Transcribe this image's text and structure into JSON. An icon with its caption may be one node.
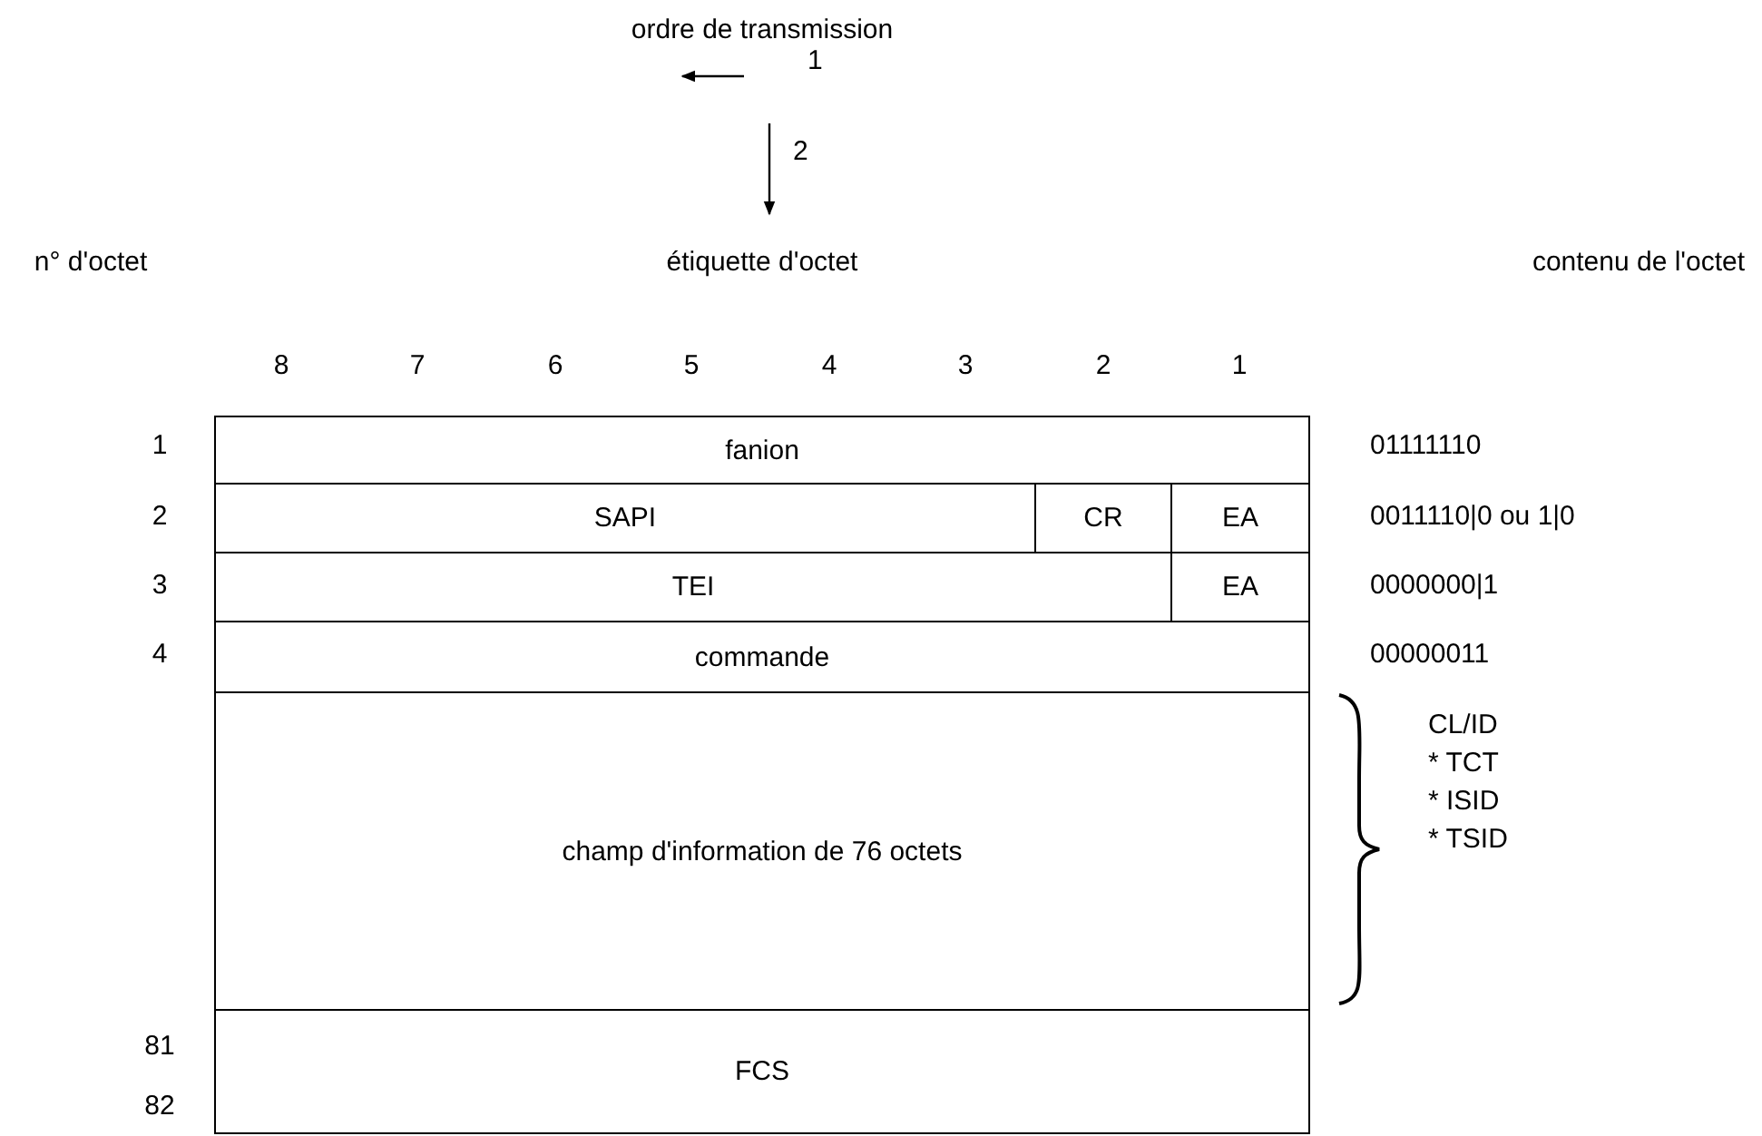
{
  "diagram": {
    "nodes": [
      {
        "text": [
          "fanion"
        ]
      },
      {
        "text": [
          "SAPI"
        ]
      },
      {
        "text": [
          "CR"
        ]
      },
      {
        "text": [
          "EA"
        ]
      },
      {
        "text": [
          "TEI"
        ]
      },
      {
        "text": [
          "EA"
        ]
      },
      {
        "text": [
          "commande"
        ]
      },
      {
        "text": [
          "champ d'information de 76 octets"
        ]
      },
      {
        "text": [
          "FCS"
        ]
      }
    ],
    "edges": [],
    "labels": [
      "ordre de transmission",
      "1",
      "2",
      "n° d'octet",
      "étiquette d'octet",
      "contenu de l'octet",
      "8",
      "7",
      "6",
      "5",
      "4",
      "3",
      "2",
      "1",
      "1",
      "01111110",
      "2",
      "0011110|0 ou 1|0",
      "3",
      "0000000|1",
      "4",
      "00000011",
      "CL/ID",
      "* TCT",
      "* ISID",
      "* TSID",
      "81",
      "82"
    ]
  }
}
